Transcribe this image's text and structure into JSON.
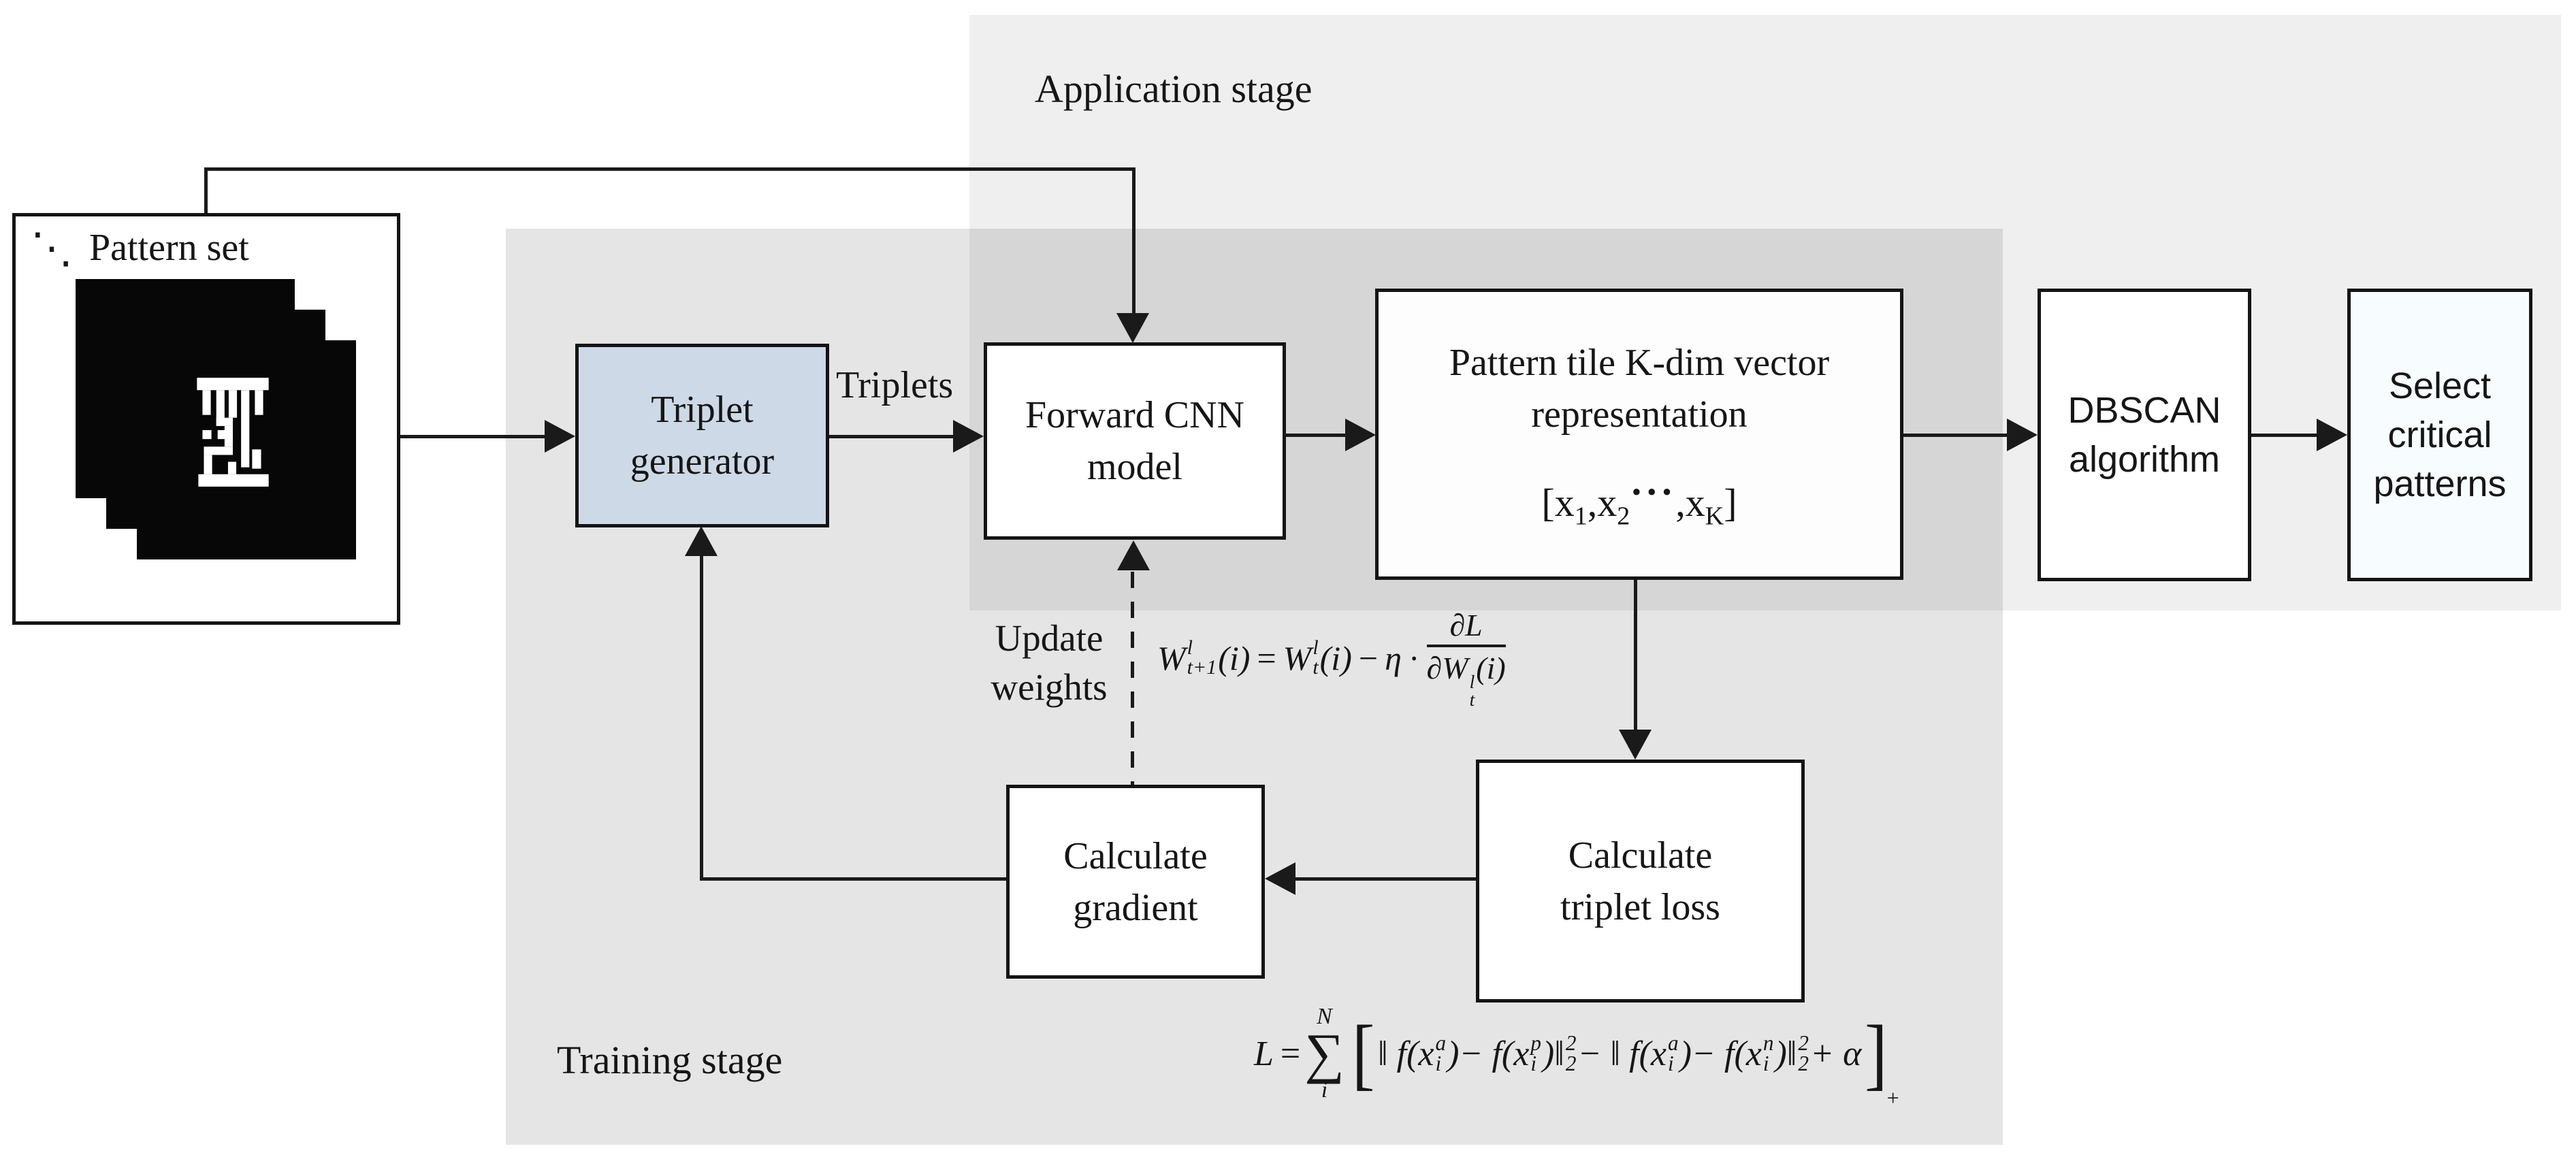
{
  "stages": {
    "application": "Application stage",
    "training": "Training stage"
  },
  "pattern_set": {
    "label": "Pattern set",
    "dots": "⋱"
  },
  "boxes": {
    "triplet_generator": {
      "line1": "Triplet",
      "line2": "generator"
    },
    "forward_cnn": {
      "line1": "Forward CNN",
      "line2": "model"
    },
    "pattern_tile": {
      "line1": "Pattern tile K-dim vector",
      "line2": "representation",
      "vector": {
        "t1": "[x",
        "s1": "1",
        "t2": ",x",
        "s2": "2",
        "dots": "···",
        "t3": ",x",
        "s3": "K",
        "t4": "]"
      }
    },
    "dbscan": {
      "line1": "DBSCAN",
      "line2": "algorithm"
    },
    "select_critical": {
      "line1": "Select",
      "line2": "critical",
      "line3": "patterns"
    },
    "calculate_gradient": {
      "line1": "Calculate",
      "line2": "gradient"
    },
    "calculate_triplet_loss": {
      "line1": "Calculate",
      "line2": "triplet loss"
    }
  },
  "labels": {
    "triplets": "Triplets",
    "update_line1": "Update",
    "update_line2": "weights"
  },
  "weight_formula": {
    "lhs_base": "W",
    "lhs_sup": "l",
    "lhs_sub": "t+1",
    "lhs_arg": "(i)",
    "eq": "=",
    "rhs_base": "W",
    "rhs_sup": "l",
    "rhs_sub": "t",
    "rhs_arg": "(i)",
    "minus": "−",
    "eta": "η",
    "cdot": "·",
    "frac_num": "∂L",
    "frac_den_base": "∂W",
    "frac_den_sup": "l",
    "frac_den_sub": "t",
    "frac_den_arg": "(i)"
  },
  "loss_formula": {
    "lhs": "L",
    "eq": "=",
    "sum_top": "N",
    "sum_sym": "∑",
    "sum_bot": "i",
    "lbracket": "[",
    "terms": [
      {
        "pre": "‖ f(x",
        "sup": "a",
        "sub": "i",
        "post": ")"
      },
      {
        "pre": "− f(x",
        "sup": "p",
        "sub": "i",
        "post": ")"
      },
      {
        "pre": "‖",
        "sup": "2",
        "sub": "2",
        "post": ""
      },
      {
        "pre": "− ‖ f(x",
        "sup": "a",
        "sub": "i",
        "post": ")"
      },
      {
        "pre": "− f(x",
        "sup": "n",
        "sub": "i",
        "post": ")"
      },
      {
        "pre": "‖",
        "sup": "2",
        "sub": "2",
        "post": " + α"
      }
    ],
    "rbracket": "]",
    "outer_sub": "+"
  },
  "colors": {
    "application_region": "#efefef",
    "training_region": "#e5e5e5",
    "overlap_region": "#d9d9d9",
    "triplet_generator_fill": "#cdd9e6",
    "select_box_fill": "#f7fcfe",
    "box_border": "#141414",
    "line": "#1a1a1a"
  }
}
